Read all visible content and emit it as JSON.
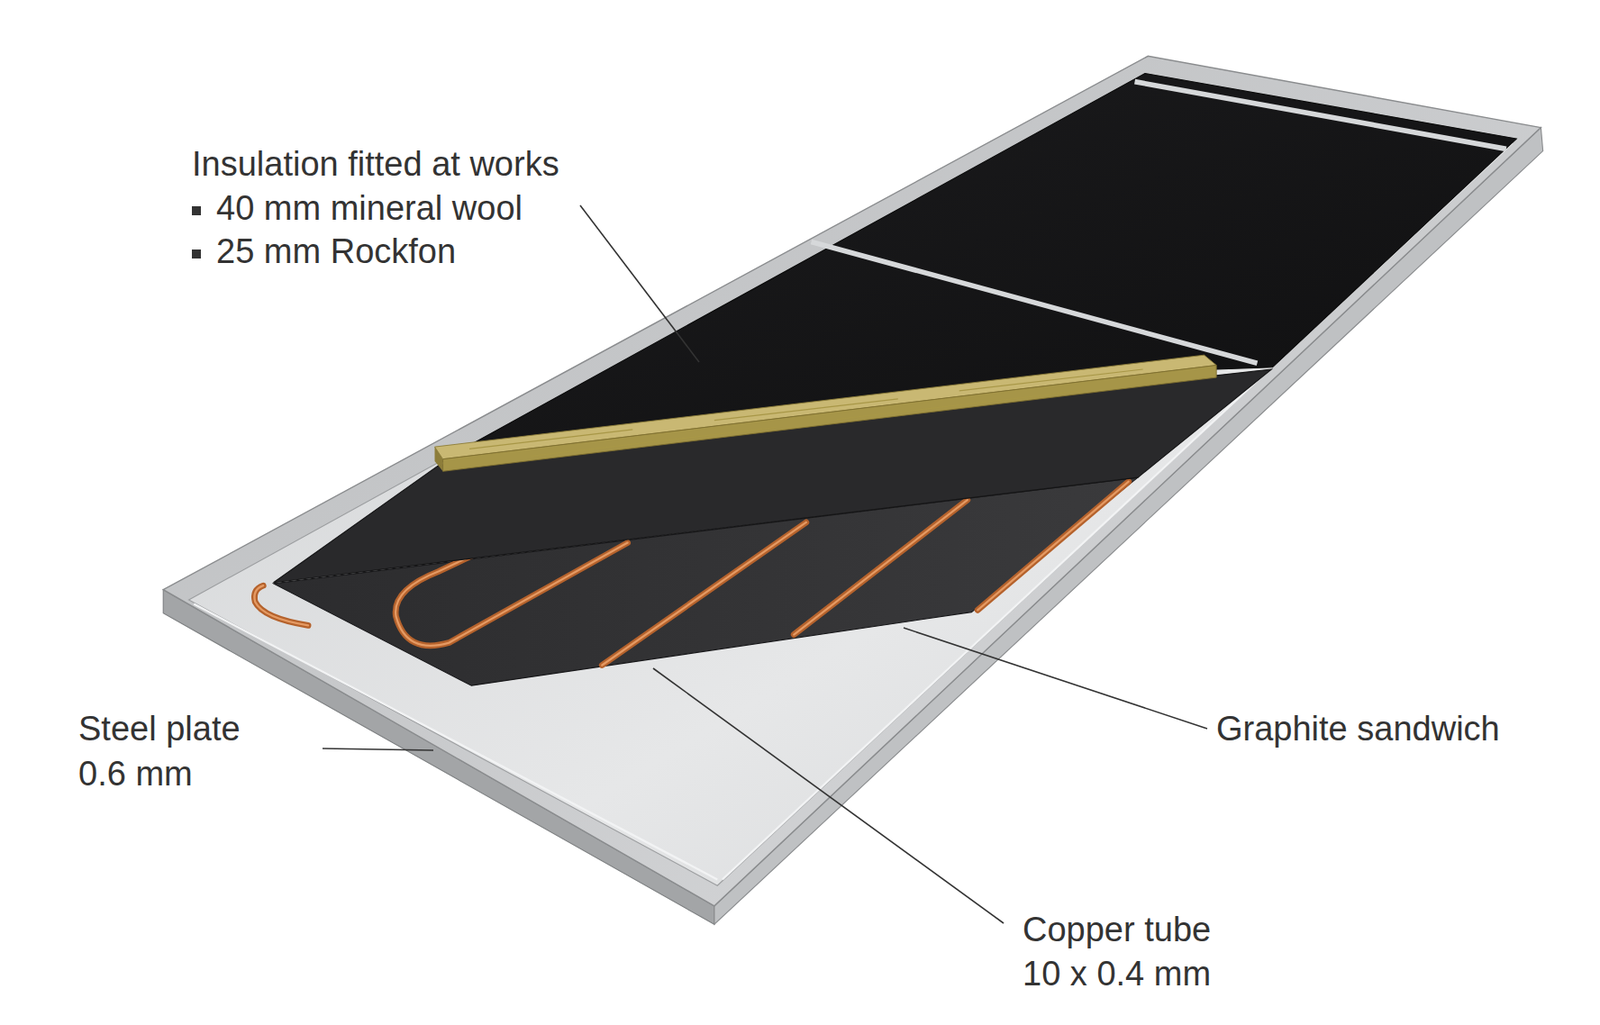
{
  "diagram": {
    "labels": [
      "Insulation fitted at works",
      "40 mm mineral wool",
      "25 mm Rockfon",
      "Steel plate",
      "0.6 mm",
      "Graphite sandwich",
      "Copper tube",
      "10 x 0.4 mm"
    ]
  }
}
